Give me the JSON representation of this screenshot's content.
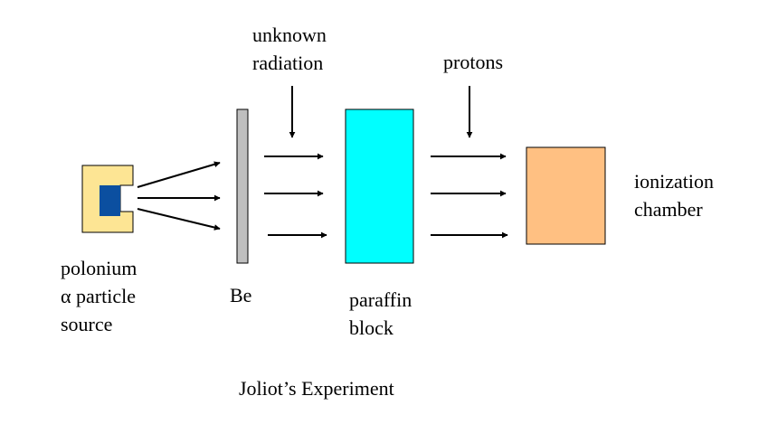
{
  "title": "Joliot’s Experiment",
  "labels": {
    "source": [
      "polonium",
      "α particle",
      "source"
    ],
    "beryllium": "Be",
    "unknown_radiation": [
      "unknown",
      "radiation"
    ],
    "paraffin": [
      "paraffin",
      "block"
    ],
    "protons": "protons",
    "chamber": [
      "ionization",
      "chamber"
    ]
  },
  "colors": {
    "source_housing": "#fde594",
    "source_core": "#0b4fa0",
    "beryllium_plate": "#bfbfbf",
    "paraffin_block": "#00ffff",
    "ionization_chamber": "#ffc082",
    "arrows": "#000000"
  }
}
